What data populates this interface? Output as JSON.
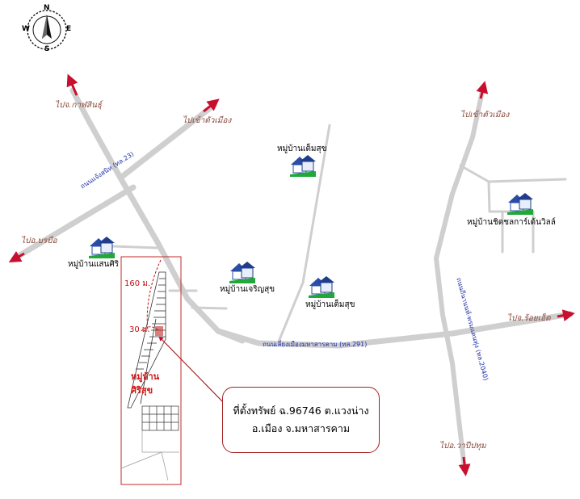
{
  "colors": {
    "road": "#cfcfcf",
    "arrow": "#c8102e",
    "outline": "#c0282a",
    "direction_text": "#8a4a3a",
    "road_label": "#1f2fa8"
  },
  "compass": {
    "icon": "compass-rose-icon",
    "n": "N",
    "e": "E",
    "s": "S",
    "w": "W"
  },
  "directions": {
    "kalasin": "ไปจ.กาฬสินธุ์",
    "city_north": "ไปเข้าตัวเมือง",
    "city_northeast": "ไปเข้าตัวเมือง",
    "borabue": "ไปอ.บรบือ",
    "roiet": "ไปจ.ร้อยเอ็ด",
    "wapi": "ไปอ.วาปีปทุม"
  },
  "roads": {
    "road_23": "ถนนแจ้งสนิท (ทล.23)",
    "road_291": "ถนนเลี่ยงเมืองมหาสารคาม (ทล.291)",
    "road_2040": "ถนนถีนานนท์-พรมแดนทุ่ง (ทล.2040)"
  },
  "villages": {
    "doem_suk_north": "หมู่บ้านเต็มสุข",
    "chitchon": "หมู่บ้านชิดชลการ์เด้นวิลล์",
    "saensiri": "หมู่บ้านแสนศิริ",
    "charoen_suk": "หมู่บ้านเจริญสุข",
    "doem_suk_south": "หมู่บ้านเต็มสุข",
    "si_suk": "หมู่บ้าน\nศิริสุข"
  },
  "site": {
    "dim_160": "160 ม.",
    "dim_30": "30 ม."
  },
  "callout": {
    "line1": "ที่ตั้งทรัพย์ ฉ.96746 ต.แวงน่าง",
    "line2": "อ.เมือง จ.มหาสารคาม"
  }
}
